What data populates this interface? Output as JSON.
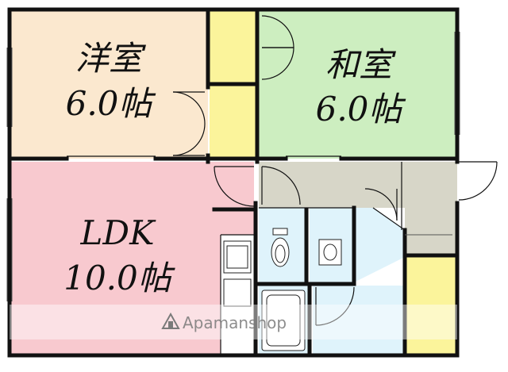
{
  "floorplan": {
    "rooms": [
      {
        "id": "western-room",
        "name": "洋室",
        "size": "6.0帖",
        "color": "#fbe8cf"
      },
      {
        "id": "japanese-room",
        "name": "和室",
        "size": "6.0帖",
        "color": "#cdeec0"
      },
      {
        "id": "ldk",
        "name": "LDK",
        "size": "10.0帖",
        "color": "#f8c9cf"
      }
    ],
    "colors": {
      "closet": "#fbf49b",
      "entry": "#d7d6c8",
      "wet_area": "#dff3fb",
      "wall": "#111111"
    }
  },
  "watermark": {
    "text": "Apamanshop"
  }
}
